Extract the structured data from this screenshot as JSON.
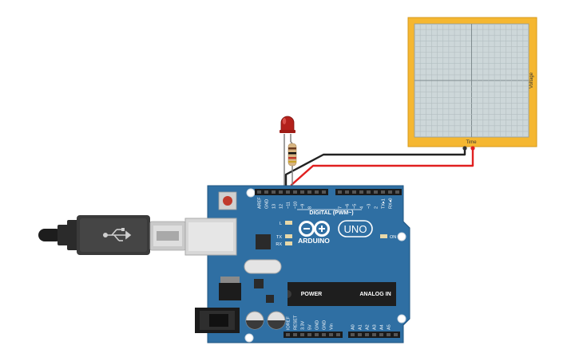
{
  "oscilloscope": {
    "x_axis_label": "Time",
    "y_axis_label": "Voltage",
    "frame_color": "#f5b731",
    "screen_color": "#cdd7d9"
  },
  "arduino": {
    "brand": "ARDUINO",
    "model": "UNO",
    "board_color": "#2f6fa3",
    "header_top_left_labels": [
      "AREF",
      "GND",
      "13",
      "12",
      "~11",
      "~10",
      "~9",
      "8"
    ],
    "header_top_right_labels": [
      "7",
      "~6",
      "~5",
      "4",
      "~3",
      "2",
      "TX▸1",
      "RX◂0"
    ],
    "digital_label": "DIGITAL (PWM~)",
    "led_labels": {
      "l": "L",
      "tx": "TX",
      "rx": "RX",
      "on": "ON"
    },
    "power_label": "POWER",
    "analog_label": "ANALOG IN",
    "power_pin_labels": [
      "IOREF",
      "RESET",
      "3.3V",
      "5V",
      "GND",
      "GND",
      "Vin"
    ],
    "analog_pin_labels": [
      "A0",
      "A1",
      "A2",
      "A3",
      "A4",
      "A5"
    ]
  },
  "components": {
    "led_color": "#c0392b",
    "wire_colors": {
      "ground": "#222222",
      "signal": "#e02020"
    }
  }
}
